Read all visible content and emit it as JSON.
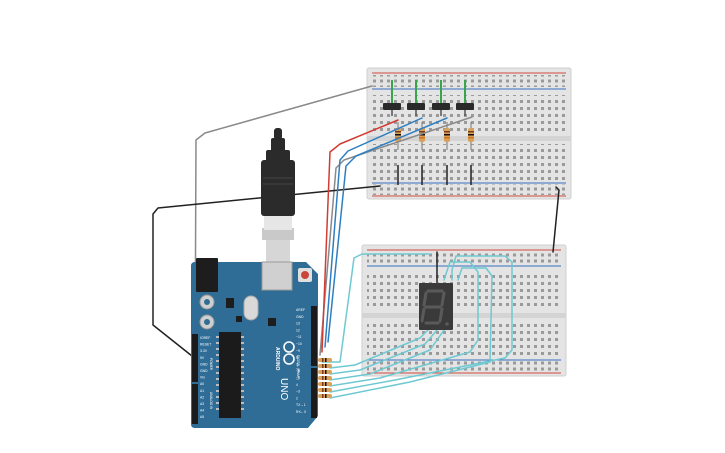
{
  "canvas": {
    "background": "#ffffff"
  },
  "arduino": {
    "brand_label": "ARDUINO",
    "model_label": "UNO",
    "board_color": "#2f6d97",
    "power_header_label": "POWER",
    "analog_header_label": "ANALOG IN",
    "digital_header_label": "DIGITAL (PWM~)",
    "left_pin_labels": [
      "IOREF",
      "RESET",
      "3.3V",
      "5V",
      "GND",
      "GND",
      "Vin",
      "A0",
      "A1",
      "A2",
      "A3",
      "A4",
      "A5"
    ],
    "right_pin_labels": [
      "AREF",
      "GND",
      "13",
      "12",
      "~11",
      "~10",
      "~9",
      "8",
      "7",
      "~6",
      "~5",
      "4",
      "~3",
      "2",
      "TX→1",
      "RX←0"
    ]
  },
  "usb_cable": {
    "plug_color": "#2b2b2b",
    "connector_color": "#c9c9c9"
  },
  "breadboards": {
    "top": {
      "color": "#e4e4e4"
    },
    "bottom": {
      "color": "#e4e4e4"
    }
  },
  "display": {
    "type": "7-segment",
    "glyph": "8.",
    "body_color": "#3a3a3a",
    "segment_color": "#5a5a5a"
  },
  "buttons": {
    "count": 4,
    "lead_color": "#3aa44a"
  },
  "resistors": {
    "body_color": "#d9a15a"
  },
  "wire_colors": {
    "red": "#d23b32",
    "blue": "#2e7fc1",
    "teal": "#6fc9d2",
    "gray": "#8a8a8a",
    "black": "#222222"
  }
}
